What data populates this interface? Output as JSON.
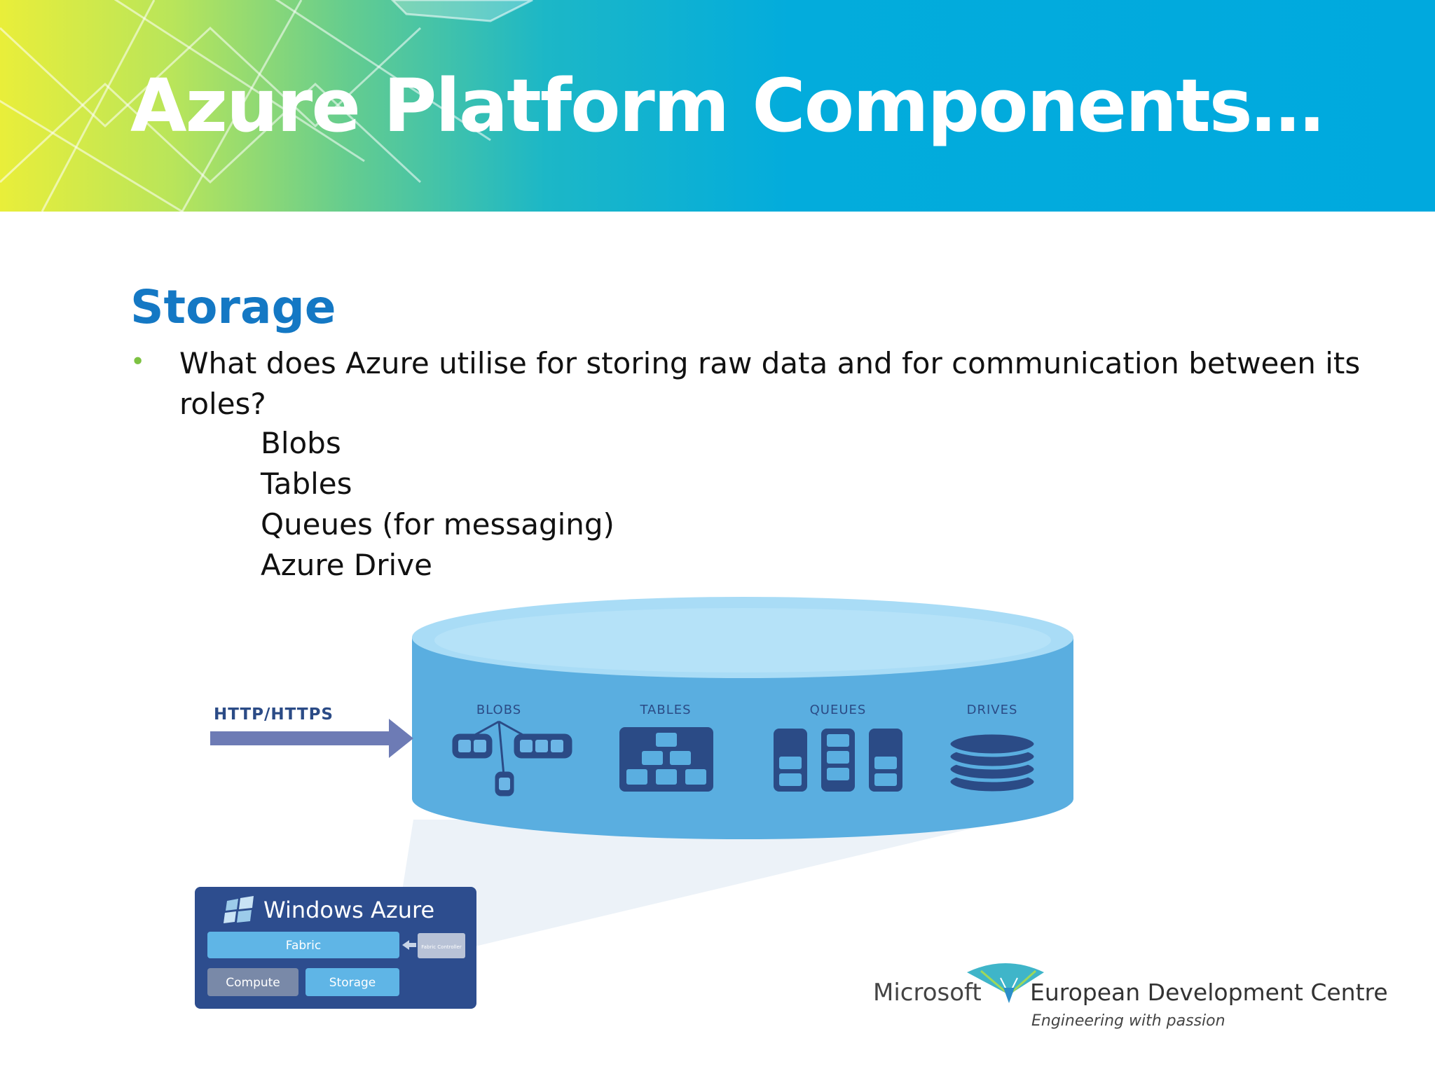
{
  "slide": {
    "title": "Azure Platform Components…",
    "section_heading": "Storage",
    "question": "What does Azure utilise for storing raw data and for communication between its roles?",
    "items": [
      "Blobs",
      "Tables",
      "Queues (for messaging)",
      "Azure Drive"
    ]
  },
  "diagram": {
    "protocol_label": "HTTP/HTTPS",
    "storage_types": [
      "BLOBS",
      "TABLES",
      "QUEUES",
      "DRIVES"
    ],
    "platform_box": {
      "title": "Windows Azure",
      "fabric": "Fabric",
      "controller": "Fabric Controller",
      "compute": "Compute",
      "storage": "Storage"
    }
  },
  "logo": {
    "brand": "Microsoft",
    "name": "European Development Centre",
    "tagline": "Engineering with passion"
  },
  "colors": {
    "title_text": "#ffffff",
    "heading_blue": "#1478c4",
    "bullet_green": "#7dc242",
    "cylinder_body": "#5aaee0",
    "cylinder_top": "#a9dcf6",
    "icon_navy": "#2b4b86",
    "arrow": "#6d7bb5"
  }
}
